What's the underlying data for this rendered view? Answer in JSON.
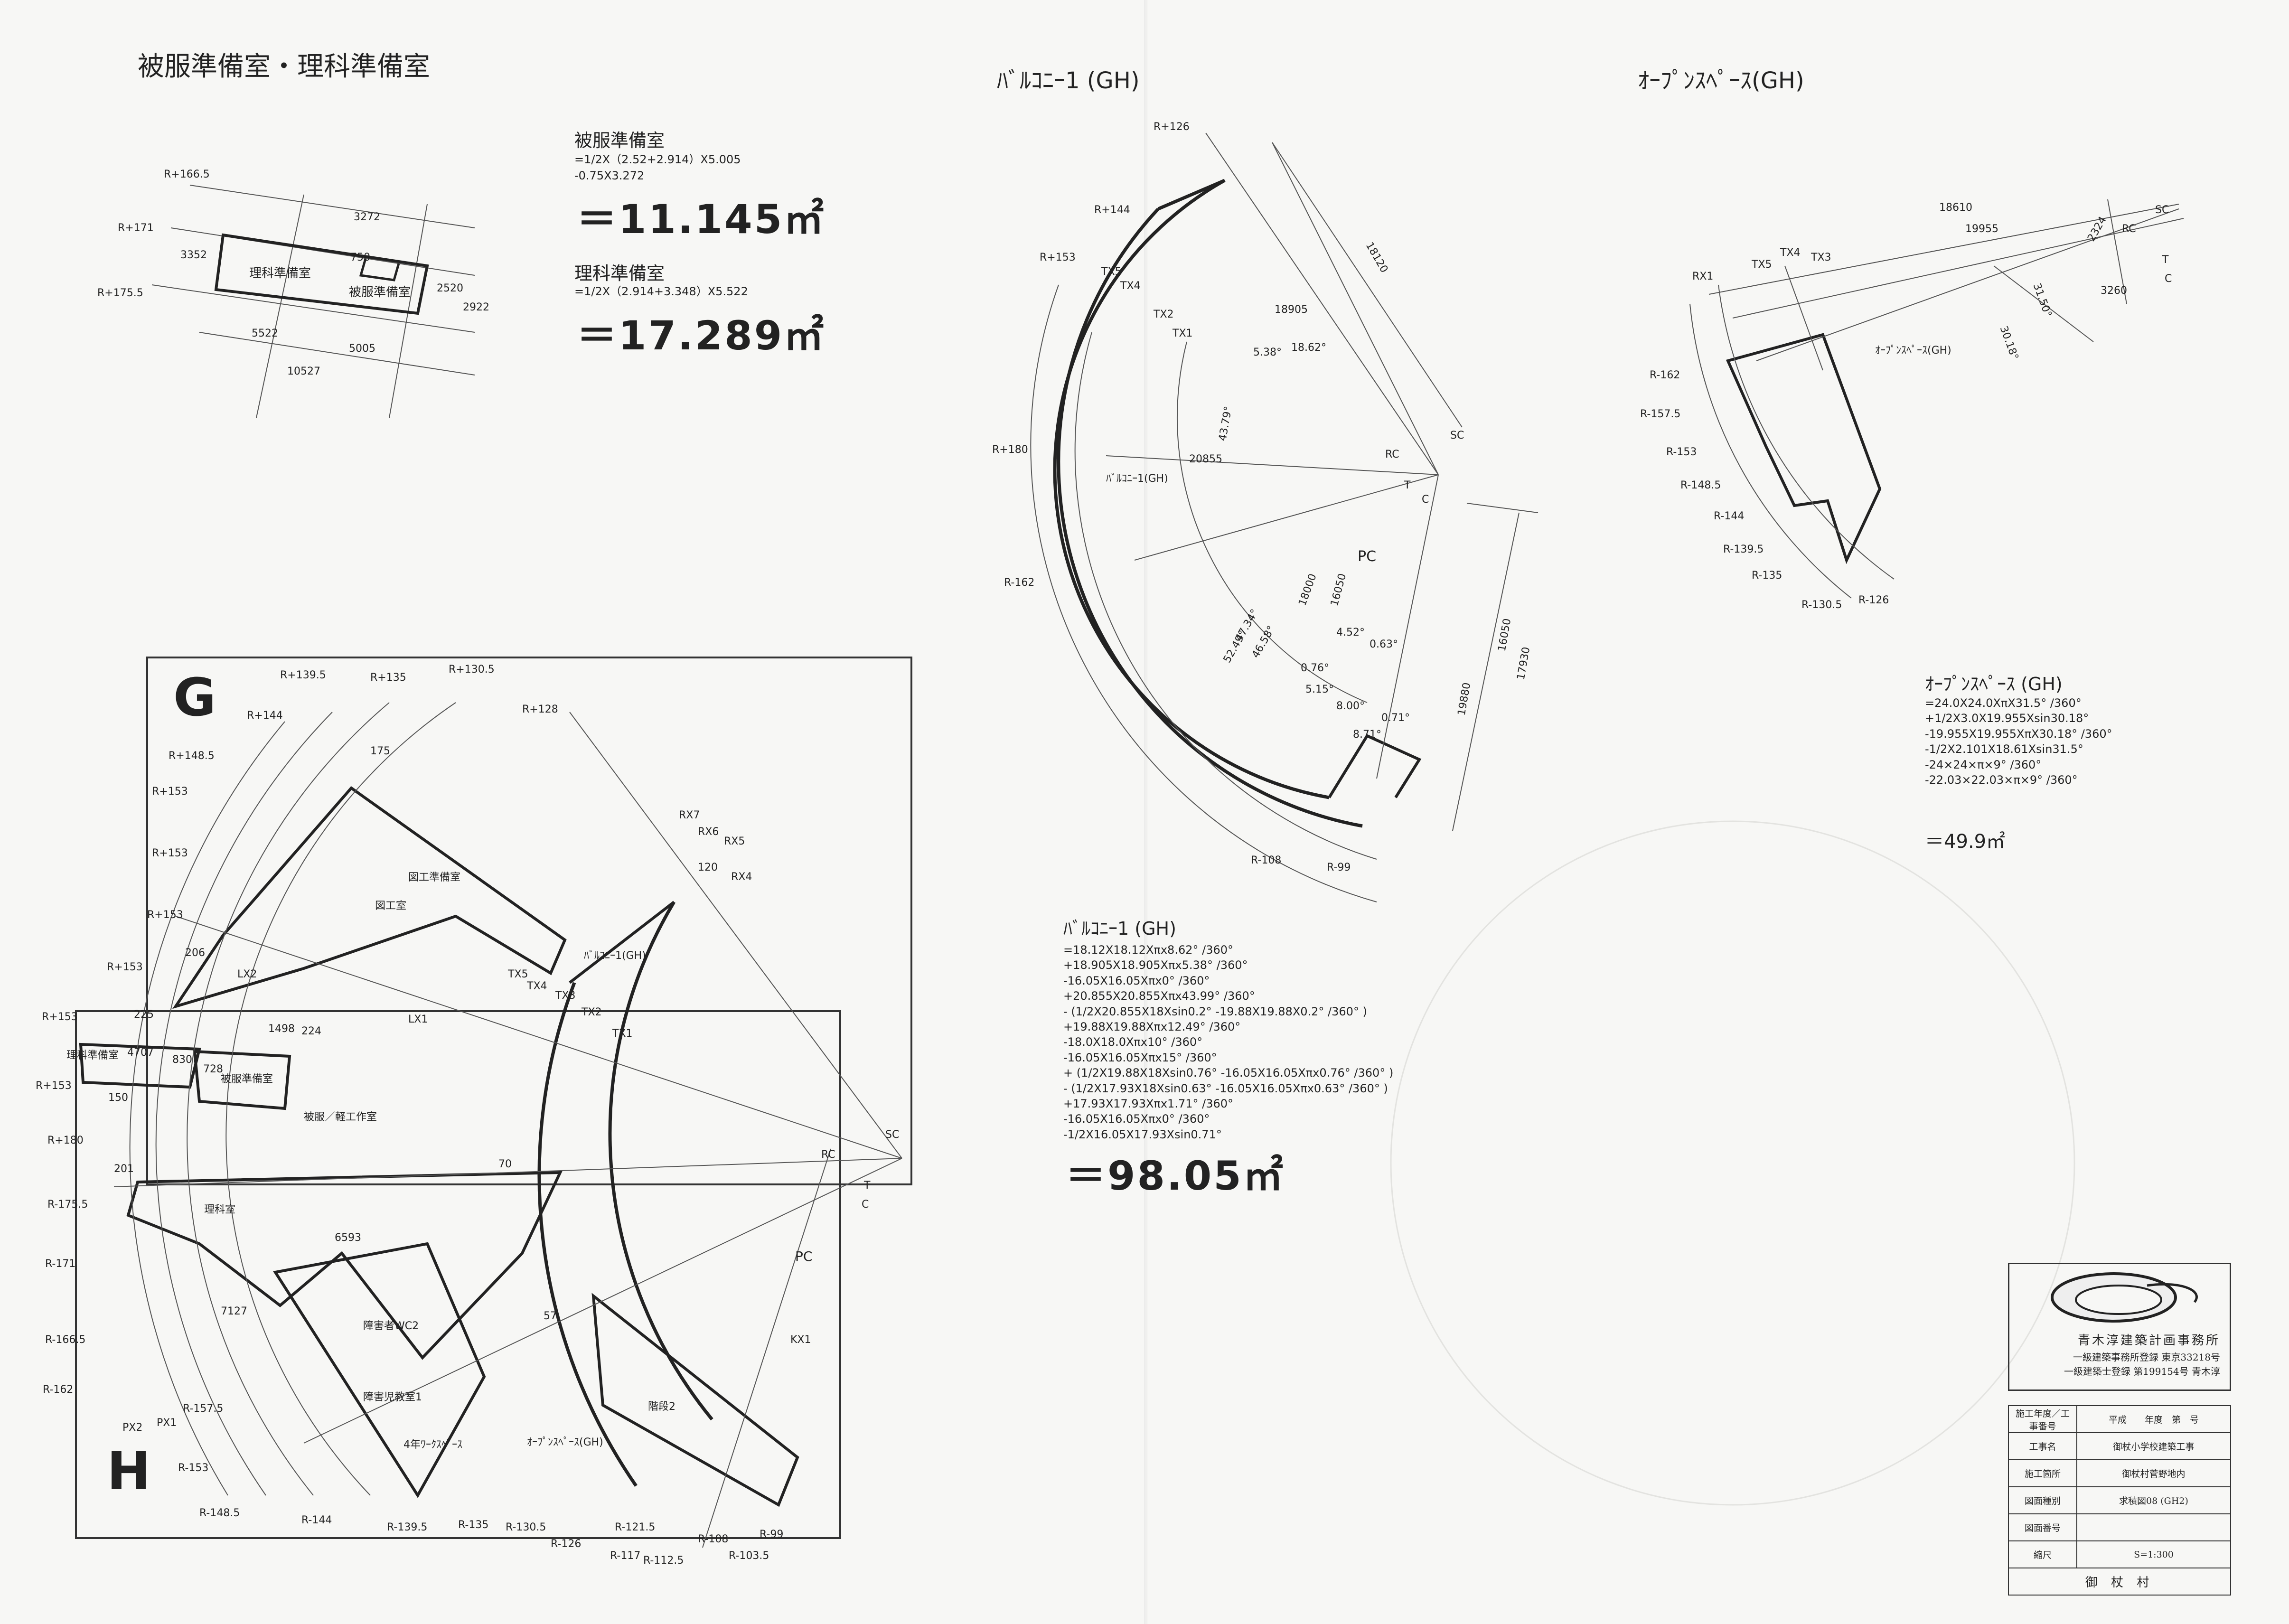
{
  "header": {
    "title_left": "被服準備室・理科準備室",
    "title_center": "ﾊﾞﾙｺﾆｰ1 (GH)",
    "title_right": "ｵｰﾌﾟﾝｽﾍﾟｰｽ(GH)"
  },
  "hifuku": {
    "name": "被服準備室",
    "formula": [
      "=1/2X（2.52+2.914）X5.005",
      "-0.75X3.272"
    ],
    "result": "＝11.145㎡"
  },
  "rika": {
    "name": "理科準備室",
    "formula": [
      "=1/2X（2.914+3.348）X5.522"
    ],
    "result": "＝17.289㎡"
  },
  "small_plan": {
    "rooms": [
      "理科準備室",
      "被服準備室"
    ],
    "dims": [
      "3272",
      "750",
      "3352",
      "2520",
      "2922",
      "5522",
      "5005",
      "10527"
    ],
    "radii": [
      "R+166.5",
      "R+171",
      "R+175.5"
    ]
  },
  "balcony": {
    "heading": "ﾊﾞﾙｺﾆｰ1 (GH)",
    "formula": [
      "=18.12X18.12Xπx8.62° /360°",
      "+18.905X18.905Xπx5.38° /360°",
      "-16.05X16.05Xπx0° /360°",
      "+20.855X20.855Xπx43.99° /360°",
      "- (1/2X20.855X18Xsin0.2° -19.88X19.88X0.2° /360° )",
      "+19.88X19.88Xπx12.49° /360°",
      "-18.0X18.0Xπx10° /360°",
      "-16.05X16.05Xπx15° /360°",
      "+ (1/2X19.88X18Xsin0.76° -16.05X16.05Xπx0.76° /360° )",
      "- (1/2X17.93X18Xsin0.63° -16.05X16.05Xπx0.63° /360° )",
      "+17.93X17.93Xπx1.71° /360°",
      "-16.05X16.05Xπx0° /360°",
      "-1/2X16.05X17.93Xsin0.71°"
    ],
    "result": "＝98.05㎡",
    "labels": [
      "R+126",
      "R+144",
      "R+153",
      "R+180",
      "R-162",
      "R-108",
      "R-99",
      "TX5",
      "TX4",
      "TX2",
      "TX1",
      "RC",
      "SC",
      "PC",
      "T",
      "C",
      "ﾊﾞﾙｺﾆｰ1(GH)"
    ],
    "dims": [
      "18120",
      "18905",
      "5.38°",
      "18.62°",
      "43.79°",
      "20855",
      "18000",
      "16050",
      "46.58°",
      "47.34°",
      "52.49°",
      "4.52°",
      "0.63°",
      "0.76°",
      "5.15°",
      "8.00°",
      "0.71°",
      "8.71°",
      "19880",
      "16050",
      "17930"
    ]
  },
  "open_space": {
    "heading": "ｵｰﾌﾟﾝｽﾍﾟｰｽ (GH)",
    "formula": [
      "=24.0X24.0XπX31.5° /360°",
      "+1/2X3.0X19.955Xsin30.18°",
      "-19.955X19.955XπX30.18° /360°",
      "-1/2X2.101X18.61Xsin31.5°",
      "-24×24×π×9° /360°",
      "-22.03×22.03×π×9° /360°"
    ],
    "result": "＝49.9㎡",
    "labels": [
      "RX1",
      "TX5",
      "TX4",
      "TX3",
      "RC",
      "SC",
      "T",
      "C",
      "R-162",
      "R-157.5",
      "R-153",
      "R-148.5",
      "R-144",
      "R-139.5",
      "R-135",
      "R-130.5",
      "R-126",
      "ｵｰﾌﾟﾝｽﾍﾟｰｽ(GH)"
    ],
    "dims": [
      "18610",
      "19955",
      "2324",
      "31.50°",
      "30.18°",
      "3260"
    ]
  },
  "main_plan": {
    "zone_g": "G",
    "zone_h": "H",
    "rooms": [
      "図工準備室",
      "図工室",
      "理科準備室",
      "被服準備室",
      "被服／軽工作室",
      "理科室",
      "障害者WC2",
      "障害児教室1",
      "4年ﾜｰｸｽﾍﾟｰｽ",
      "ｵｰﾌﾟﾝｽﾍﾟｰｽ(GH)",
      "階段2",
      "ﾊﾞﾙｺﾆｰ1(GH)"
    ],
    "radii_top": [
      "R+139.5",
      "R+135",
      "R+130.5",
      "R+144",
      "R+128",
      "R+148.5",
      "R+153",
      "R+153",
      "R+153",
      "R+153",
      "R+153",
      "R+153",
      "R+180"
    ],
    "radii_bottom": [
      "R-175.5",
      "R-171",
      "R-166.5",
      "R-162",
      "R-157.5",
      "R-153",
      "R-148.5",
      "R-144",
      "R-139.5",
      "R-135",
      "R-130.5",
      "R-126",
      "R-121.5",
      "R-117",
      "R-112.5",
      "R-108",
      "R-103.5",
      "R-99"
    ],
    "axes": [
      "RX7",
      "RX6",
      "RX5",
      "RX4",
      "TX5",
      "TX4",
      "TX3",
      "TX2",
      "TX1",
      "LX1",
      "LX2",
      "PX1",
      "PX2",
      "KX1",
      "RC",
      "SC",
      "PC",
      "T",
      "C"
    ],
    "dims": [
      "175",
      "206",
      "225",
      "1498",
      "224",
      "4707",
      "830",
      "728",
      "150",
      "201",
      "6593",
      "7127",
      "57",
      "70",
      "120"
    ]
  },
  "title_block": {
    "office_name": "青木淳建築計画事務所",
    "office_line2": "一級建築事務所登録 東京33218号",
    "office_line3": "一級建築士登録 第199154号 青木淳",
    "rows": [
      {
        "key": "施工年度／工事番号",
        "value": "平成　　年度　第　号"
      },
      {
        "key": "工事名",
        "value": "御杖小学校建築工事"
      },
      {
        "key": "施工箇所",
        "value": "御杖村菅野地内"
      },
      {
        "key": "図面種別",
        "value": "求積図08 (GH2)"
      },
      {
        "key": "図面番号",
        "value": ""
      },
      {
        "key": "縮尺",
        "value": "S=1:300"
      }
    ],
    "footer": "御 杖 村"
  }
}
